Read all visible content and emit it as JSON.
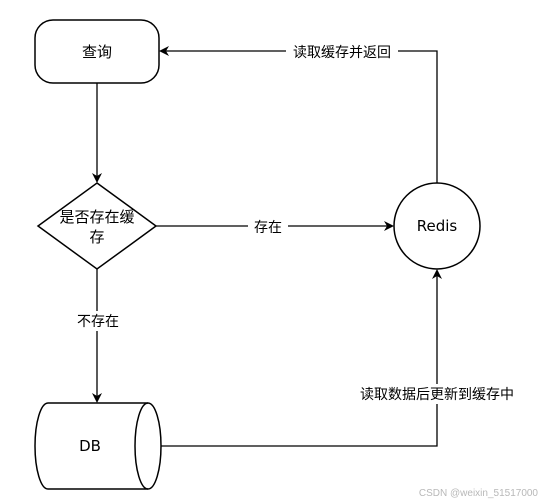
{
  "nodes": {
    "query": "查询",
    "decision_line1": "是否存在缓",
    "decision_line2": "存",
    "redis": "Redis",
    "db": "DB"
  },
  "edges": {
    "exists": "存在",
    "not_exists": "不存在",
    "read_cache_return": "读取缓存并返回",
    "read_data_update_cache": "读取数据后更新到缓存中"
  },
  "watermark": "CSDN @weixin_51517000"
}
